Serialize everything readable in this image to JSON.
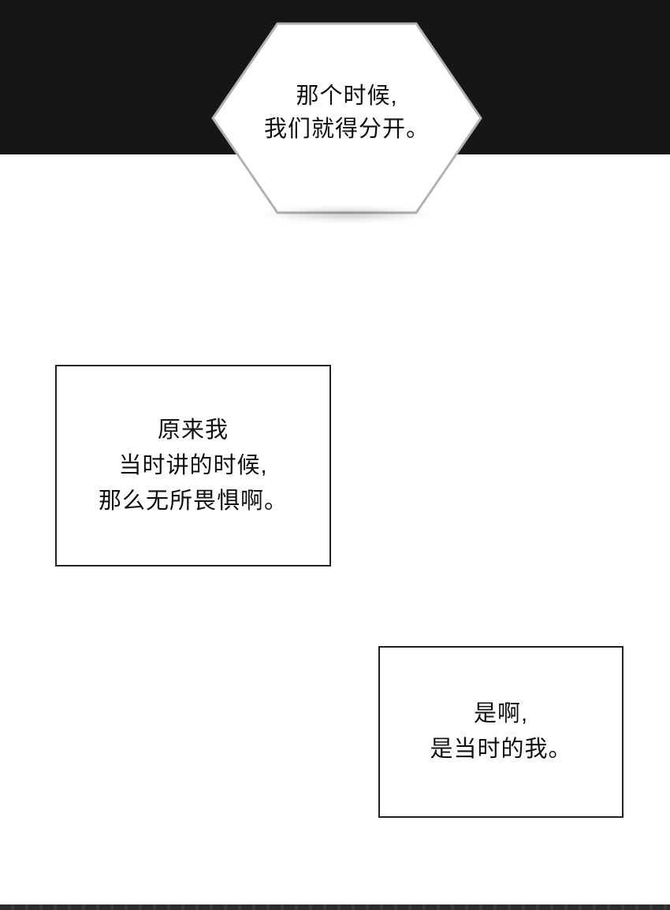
{
  "page": {
    "bg_color": "#ffffff",
    "panel_color": "#161616",
    "text_color": "#111111",
    "hex_border_color": "#b3b3b3",
    "box_border_color": "#222222"
  },
  "hex_bubble": {
    "lines": [
      "那个时候,",
      "我们就得分开。"
    ]
  },
  "box1": {
    "lines": [
      "原来我",
      "当时讲的时候,",
      "那么无所畏惧啊。"
    ]
  },
  "box2": {
    "lines": [
      "是啊,",
      "是当时的我。"
    ]
  }
}
